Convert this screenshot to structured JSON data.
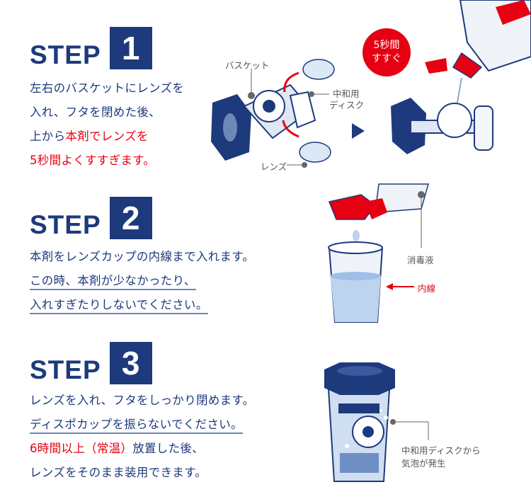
{
  "steps": [
    {
      "word": "STEP",
      "number": "1",
      "lines": [
        [
          {
            "text": "左右のバスケットにレンズを",
            "style": "normal"
          }
        ],
        [
          {
            "text": "入れ、フタを閉めた後、",
            "style": "normal"
          }
        ],
        [
          {
            "text": "上から",
            "style": "normal"
          },
          {
            "text": "本剤でレンズを",
            "style": "red"
          }
        ],
        [
          {
            "text": "5秒間よくすすぎます。",
            "style": "red"
          }
        ]
      ],
      "labels": {
        "basket": "バスケット",
        "disc_1": "中和用",
        "disc_2": "ディスク",
        "lens": "レンズ",
        "rinse_1": "5秒間",
        "rinse_2": "すすぐ"
      }
    },
    {
      "word": "STEP",
      "number": "2",
      "lines": [
        [
          {
            "text": "本剤をレンズカップの内線まで入れます。",
            "style": "normal"
          }
        ],
        [
          {
            "text": "この時、本剤が少なかったり、",
            "style": "underline"
          }
        ],
        [
          {
            "text": "入れすぎたりしないでください。",
            "style": "underline"
          }
        ]
      ],
      "labels": {
        "solution": "消毒液",
        "inner_line": "内線"
      }
    },
    {
      "word": "STEP",
      "number": "3",
      "lines": [
        [
          {
            "text": "レンズを入れ、フタをしっかり閉めます。",
            "style": "normal"
          }
        ],
        [
          {
            "text": "ディスポカップを振らないでください。",
            "style": "underline"
          }
        ],
        [
          {
            "text": "6時間以上（常温）",
            "style": "red"
          },
          {
            "text": "放置した後、",
            "style": "normal"
          }
        ],
        [
          {
            "text": "レンズをそのまま装用できます。",
            "style": "normal"
          }
        ]
      ],
      "labels": {
        "bubbles_1": "中和用ディスクから",
        "bubbles_2": "気泡が発生"
      }
    }
  ],
  "colors": {
    "navy": "#1d3a7d",
    "red": "#e60012",
    "label_gray": "#555555"
  }
}
